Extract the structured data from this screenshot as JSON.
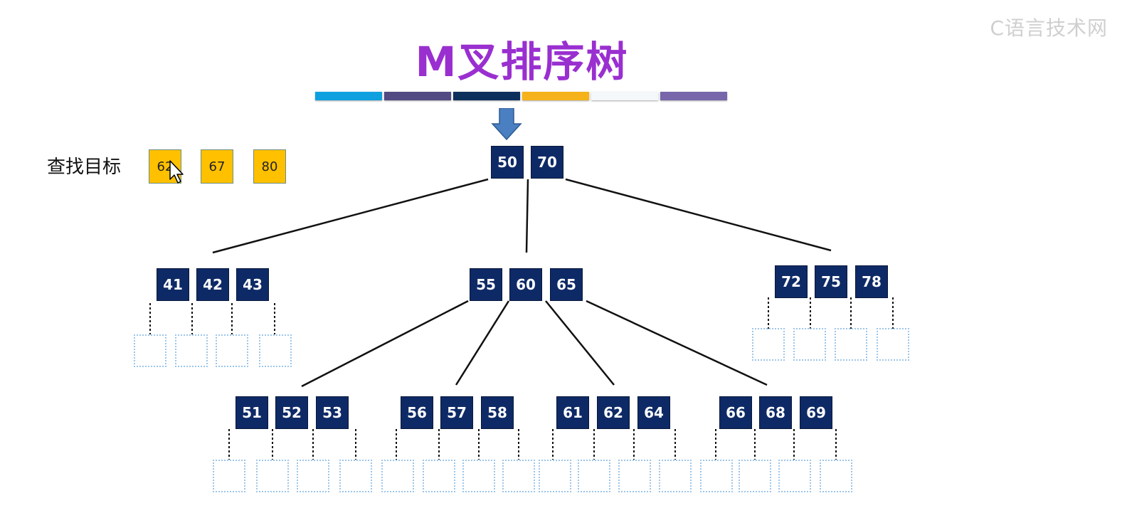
{
  "title": "M叉排序树",
  "watermark": "C语言技术网",
  "colorbar": {
    "colors": [
      "#0fa0e0",
      "#524a82",
      "#0d2f5c",
      "#f6b21a",
      "#f5f8fa",
      "#7766aa"
    ]
  },
  "colors": {
    "key_fill": "#0e2a66",
    "target_fill": "#ffc000",
    "title": "#9a2fd0",
    "arrow": "#4a7fc1",
    "empty_border": "#9cc6ea"
  },
  "search": {
    "label": "查找目标",
    "targets": [
      "62",
      "67",
      "80"
    ]
  },
  "tree": {
    "root": [
      "50",
      "70"
    ],
    "level1": {
      "left": [
        "41",
        "42",
        "43"
      ],
      "middle": [
        "55",
        "60",
        "65"
      ],
      "right": [
        "72",
        "75",
        "78"
      ]
    },
    "level2": {
      "a": [
        "51",
        "52",
        "53"
      ],
      "b": [
        "56",
        "57",
        "58"
      ],
      "c": [
        "61",
        "62",
        "64"
      ],
      "d": [
        "66",
        "68",
        "69"
      ]
    }
  },
  "icons": {
    "arrow": "down-arrow-icon",
    "cursor": "mouse-pointer-icon"
  }
}
